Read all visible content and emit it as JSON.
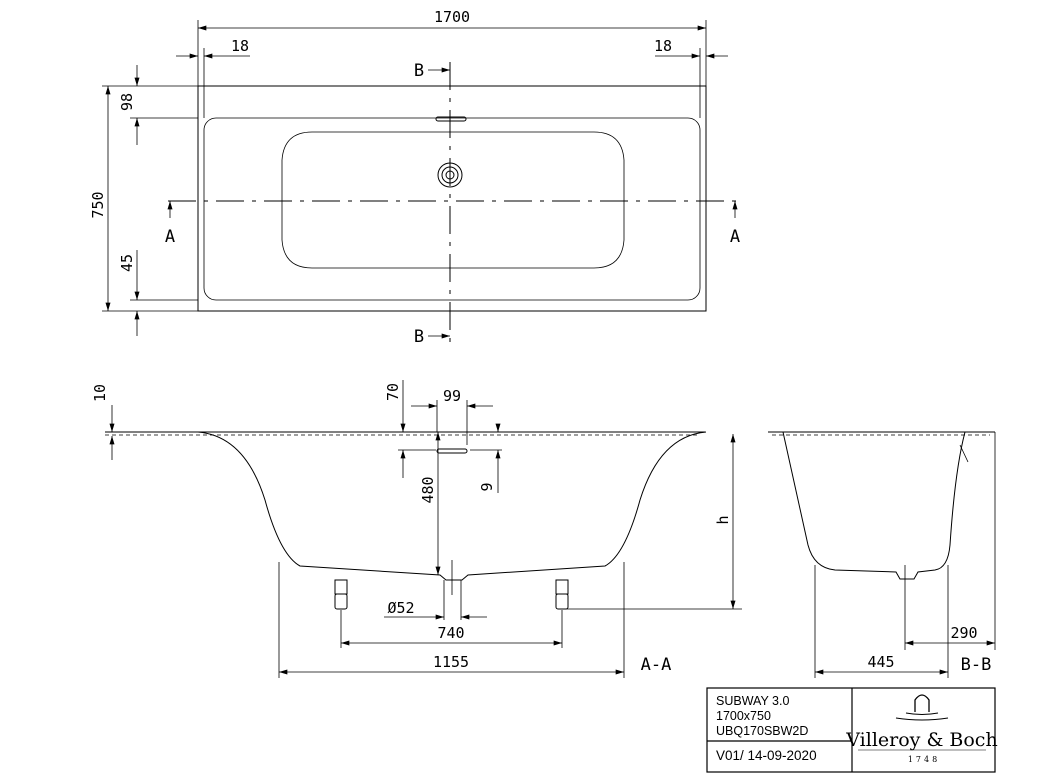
{
  "top_view": {
    "dim_length": "1700",
    "dim_left_offset": "18",
    "dim_right_offset": "18",
    "dim_width": "750",
    "dim_rim_top": "98",
    "dim_rim_bottom": "45",
    "section_b_label": "B",
    "section_a_label": "A"
  },
  "section_aa": {
    "dim_rim": "10",
    "dim_overflow_depth": "70",
    "dim_overflow_width": "99",
    "dim_overflow_height": "9",
    "dim_depth": "480",
    "dim_height": "h",
    "dim_drain": "Ø52",
    "dim_feet": "740",
    "dim_bottom": "1155",
    "label": "A-A"
  },
  "section_bb": {
    "dim_bottom": "445",
    "dim_drain_offset": "290",
    "label": "B-B"
  },
  "title_block": {
    "product": "SUBWAY 3.0",
    "size": "1700x750",
    "code": "UBQ170SBW2D",
    "version": "V01/ 14-09-2020",
    "brand": "Villeroy & Boch",
    "brand_year": "1748"
  }
}
